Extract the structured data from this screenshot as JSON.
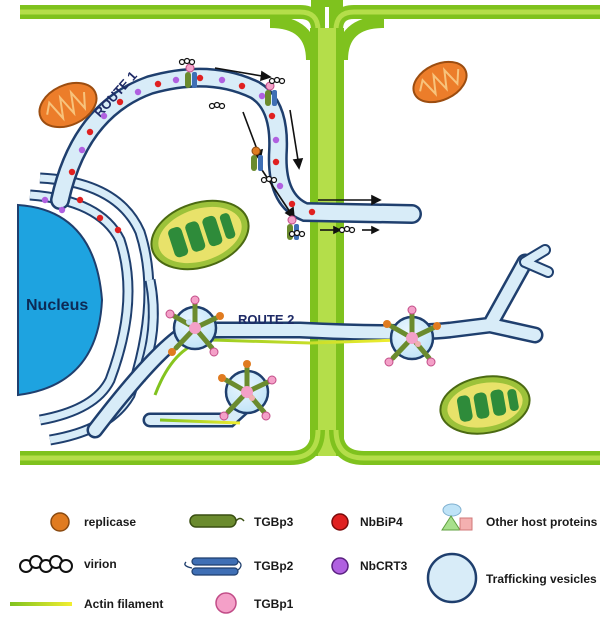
{
  "diagram": {
    "nucleus_label": "Nucleus",
    "route1_label": "ROUTE 1",
    "route2_label": "ROUTE 2"
  },
  "legend": {
    "replicase": "replicase",
    "virion": "virion",
    "actin": "Actin filament",
    "tgbp3": "TGBp3",
    "tgbp2": "TGBp2",
    "tgbp1": "TGBp1",
    "nbbip4": "NbBiP4",
    "nbcrt3": "NbCRT3",
    "other": "Other host proteins",
    "vesicles": "Trafficking vesicles"
  },
  "colors": {
    "cell_wall_outer": "#7fc21e",
    "cell_wall_inner": "#b4de4a",
    "er_fill": "#d8ecf8",
    "er_stroke": "#1f3f6e",
    "nucleus": "#1ea3e0",
    "mitochondrion": "#ec7d2a",
    "chloroplast_outer": "#9cc23a",
    "chloroplast_inner": "#e8e26a",
    "thylakoid": "#2e8b3a",
    "replicase": "#e07b20",
    "nbbip4": "#e02020",
    "nbcrt3": "#b060e0",
    "tgbp1": "#f4a0c8",
    "tgbp3": "#6b8b2e",
    "tgbp2": "#3f6fb5",
    "actin_start": "#7fc21e",
    "actin_end": "#f2ee30"
  }
}
